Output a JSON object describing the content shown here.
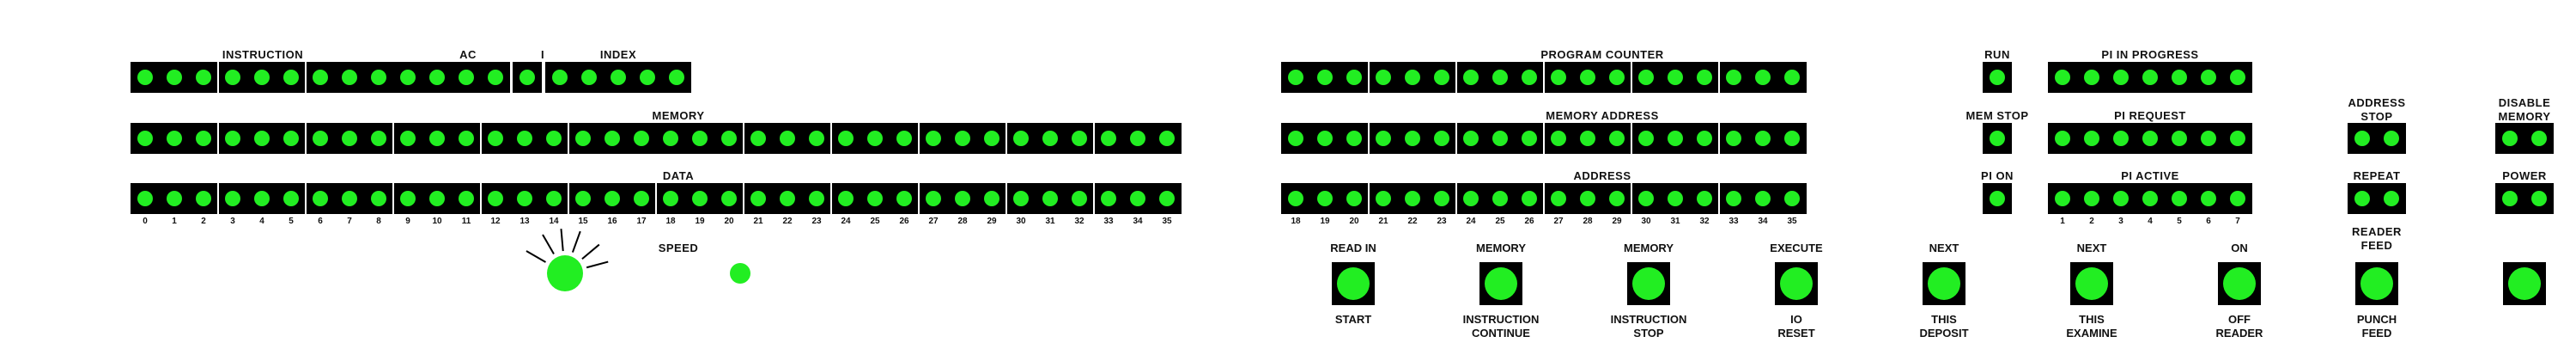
{
  "colors": {
    "lamp": "#22ee22",
    "bezel": "#000000",
    "separator": "#ffffff",
    "text": "#111111"
  },
  "left": {
    "row1_labels": {
      "instruction": "INSTRUCTION",
      "ac": "AC",
      "i": "I",
      "index": "INDEX"
    },
    "memory_label": "MEMORY",
    "data_label": "DATA",
    "bit_numbers": [
      "0",
      "1",
      "2",
      "3",
      "4",
      "5",
      "6",
      "7",
      "8",
      "9",
      "10",
      "11",
      "12",
      "13",
      "14",
      "15",
      "16",
      "17",
      "18",
      "19",
      "20",
      "21",
      "22",
      "23",
      "24",
      "25",
      "26",
      "27",
      "28",
      "29",
      "30",
      "31",
      "32",
      "33",
      "34",
      "35"
    ],
    "speed_label": "SPEED"
  },
  "center": {
    "program_counter_label": "PROGRAM COUNTER",
    "memory_address_label": "MEMORY ADDRESS",
    "address_label": "ADDRESS",
    "bit_numbers": [
      "18",
      "19",
      "20",
      "21",
      "22",
      "23",
      "24",
      "25",
      "26",
      "27",
      "28",
      "29",
      "30",
      "31",
      "32",
      "33",
      "34",
      "35"
    ]
  },
  "status": {
    "run": "RUN",
    "mem_stop": "MEM STOP",
    "pi_on": "PI ON",
    "pi_in_progress": "PI IN PROGRESS",
    "pi_request": "PI REQUEST",
    "pi_active": "PI ACTIVE",
    "pi_numbers": [
      "1",
      "2",
      "3",
      "4",
      "5",
      "6",
      "7"
    ]
  },
  "right": {
    "address_stop": "ADDRESS\nSTOP",
    "repeat": "REPEAT",
    "reader_feed": "READER\nFEED",
    "disable_memory": "DISABLE\nMEMORY",
    "power": "POWER"
  },
  "switches": {
    "read_in": {
      "top": "READ IN",
      "bottom": "START"
    },
    "memory_continue": {
      "top": "MEMORY",
      "bottom": "INSTRUCTION\nCONTINUE"
    },
    "memory_stop": {
      "top": "MEMORY",
      "bottom": "INSTRUCTION\nSTOP"
    },
    "execute": {
      "top": "EXECUTE",
      "bottom": "IO\nRESET"
    },
    "next_deposit": {
      "top": "NEXT",
      "bottom": "THIS\nDEPOSIT"
    },
    "next_examine": {
      "top": "NEXT",
      "bottom": "THIS\nEXAMINE"
    },
    "on_reader": {
      "top": "ON",
      "bottom": "OFF\nREADER"
    },
    "punch_feed": {
      "bottom": "PUNCH\nFEED"
    }
  }
}
